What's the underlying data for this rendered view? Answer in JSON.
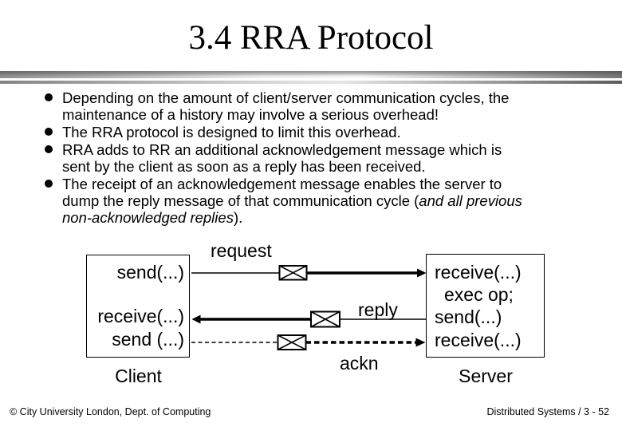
{
  "title": "3.4 RRA Protocol",
  "colors": {
    "text": "#000000",
    "background": "#ffffff",
    "divider_gray": "#8f8f8f"
  },
  "bullets": [
    {
      "l1": "Depending on the amount of client/server communication cycles, the",
      "l2": "maintenance of a history may involve a serious overhead!"
    },
    {
      "l1": "The RRA protocol is designed to limit this overhead."
    },
    {
      "l1": "RRA adds to RR an additional acknowledgement message which is",
      "l2": "sent by the client as soon as a reply has been received."
    },
    {
      "l1": "The receipt of an acknowledgement message enables the server to",
      "l2a": "dump the reply message of that communication cycle (",
      "l2b": "and all previous",
      "l3a": "non-acknowledged replies",
      "l3b": ")."
    }
  ],
  "diagram": {
    "client": {
      "rows": [
        "send(...)",
        "receive(...)",
        "send (...)"
      ],
      "label": "Client"
    },
    "server": {
      "rows": [
        "receive(...)",
        "exec op;",
        "send(...)",
        "receive(...)"
      ],
      "label": "Server"
    },
    "messages": {
      "request": "request",
      "reply": "reply",
      "ackn": "ackn"
    },
    "icons": {
      "envelope": "envelope-icon"
    }
  },
  "footer": {
    "left": "© City University London, Dept. of Computing",
    "right": "Distributed Systems / 3 - 52"
  }
}
